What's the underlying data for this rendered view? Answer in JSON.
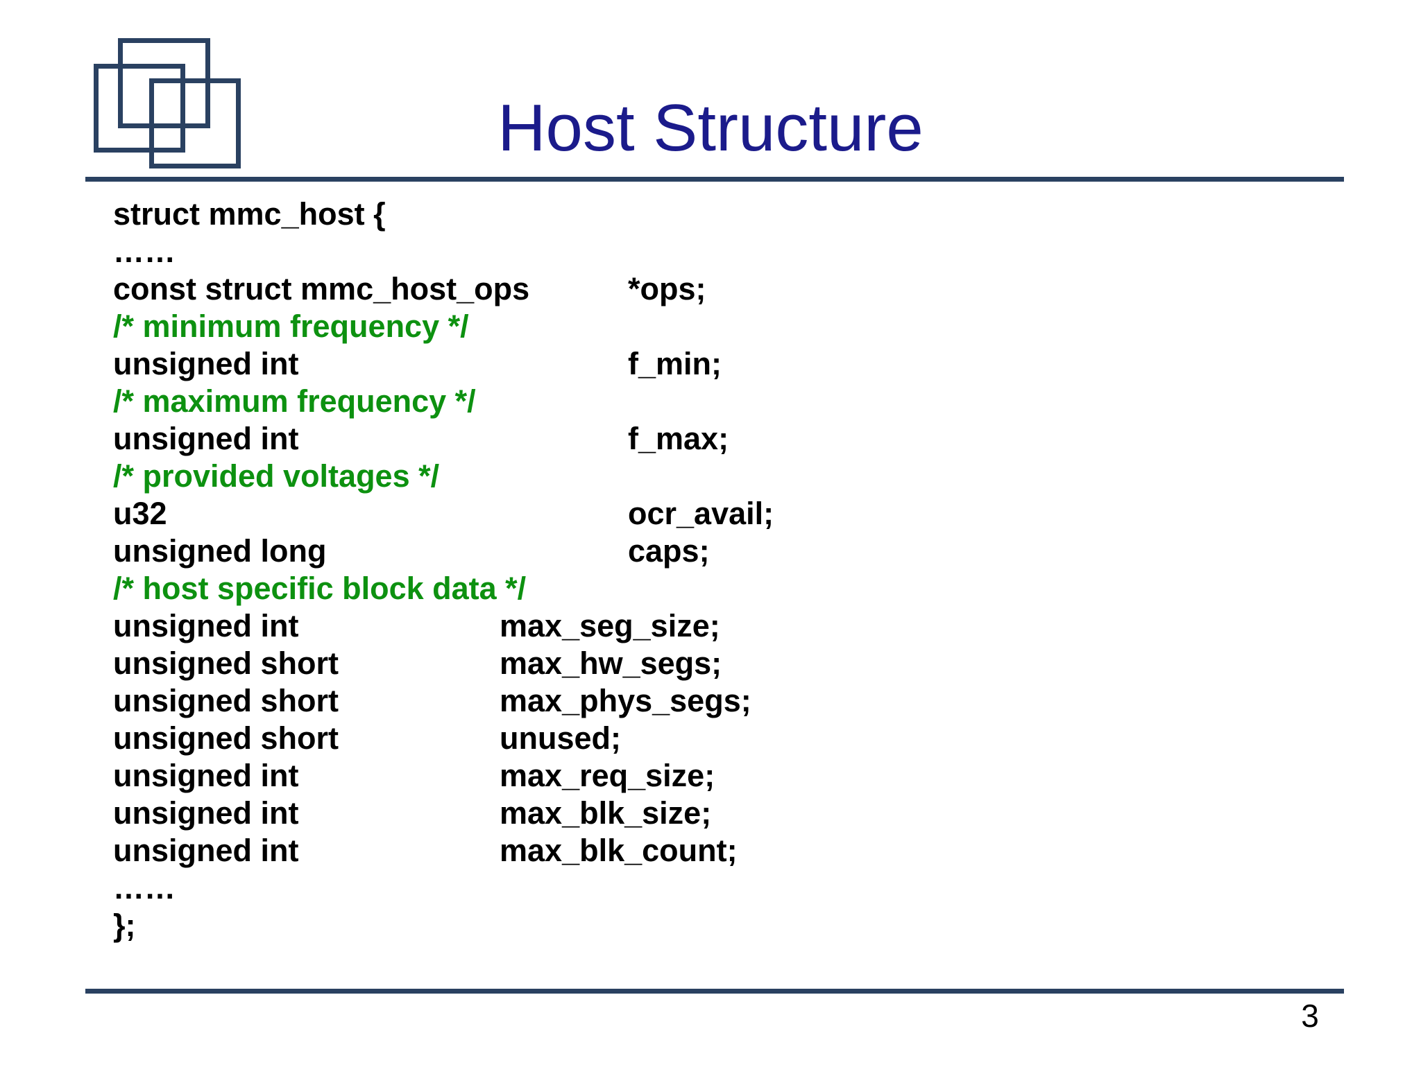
{
  "slide": {
    "title": "Host Structure",
    "page_number": "3",
    "colors": {
      "navy_accent": "#2a4161",
      "title_blue": "#1b1b8b",
      "comment_green": "#0d9110",
      "code_black": "#000000",
      "background": "#ffffff"
    }
  },
  "logo": {
    "description": "three-overlapping-squares-logo"
  },
  "code": {
    "lines": [
      {
        "kind": "plain",
        "text": "struct mmc_host {"
      },
      {
        "kind": "plain",
        "text": "……"
      },
      {
        "kind": "decl",
        "type": "const struct mmc_host_ops",
        "name": "*ops;",
        "tab": "far"
      },
      {
        "kind": "comment",
        "text": "/* minimum frequency */"
      },
      {
        "kind": "decl",
        "type": "unsigned int",
        "name": "f_min;",
        "tab": "far"
      },
      {
        "kind": "comment",
        "text": "/* maximum frequency */"
      },
      {
        "kind": "decl",
        "type": "unsigned int",
        "name": "f_max;",
        "tab": "far"
      },
      {
        "kind": "comment",
        "text": "/* provided voltages */"
      },
      {
        "kind": "decl",
        "type": "u32",
        "name": "ocr_avail;",
        "tab": "far"
      },
      {
        "kind": "decl",
        "type": "unsigned long",
        "name": "caps;",
        "tab": "far"
      },
      {
        "kind": "comment",
        "text": "/* host specific block data */"
      },
      {
        "kind": "decl",
        "type": "unsigned int",
        "name": "max_seg_size;",
        "tab": "near"
      },
      {
        "kind": "decl",
        "type": "unsigned short",
        "name": "max_hw_segs;",
        "tab": "near"
      },
      {
        "kind": "decl",
        "type": "unsigned short",
        "name": "max_phys_segs;",
        "tab": "near"
      },
      {
        "kind": "decl",
        "type": "unsigned short",
        "name": "unused;",
        "tab": "near"
      },
      {
        "kind": "decl",
        "type": "unsigned int",
        "name": "max_req_size;",
        "tab": "near"
      },
      {
        "kind": "decl",
        "type": "unsigned int",
        "name": "max_blk_size;",
        "tab": "near"
      },
      {
        "kind": "decl",
        "type": "unsigned int",
        "name": "max_blk_count;",
        "tab": "near"
      },
      {
        "kind": "plain",
        "text": "……"
      },
      {
        "kind": "plain",
        "text": "};"
      }
    ]
  }
}
